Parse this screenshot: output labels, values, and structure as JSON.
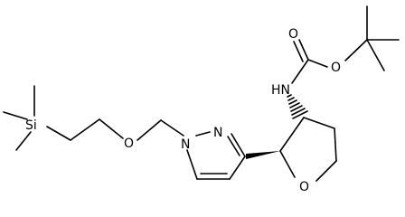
{
  "molecule": {
    "atoms": {
      "carbonyl_o": "O",
      "ester_o": "O",
      "nh": "HN",
      "ring_o": "O",
      "pyrazole_n2": "N",
      "pyrazole_n1": "N",
      "ether_o": "O",
      "si": "Si"
    }
  },
  "colors": {
    "bond": "#000000",
    "label": "#000000",
    "background": "#ffffff"
  }
}
